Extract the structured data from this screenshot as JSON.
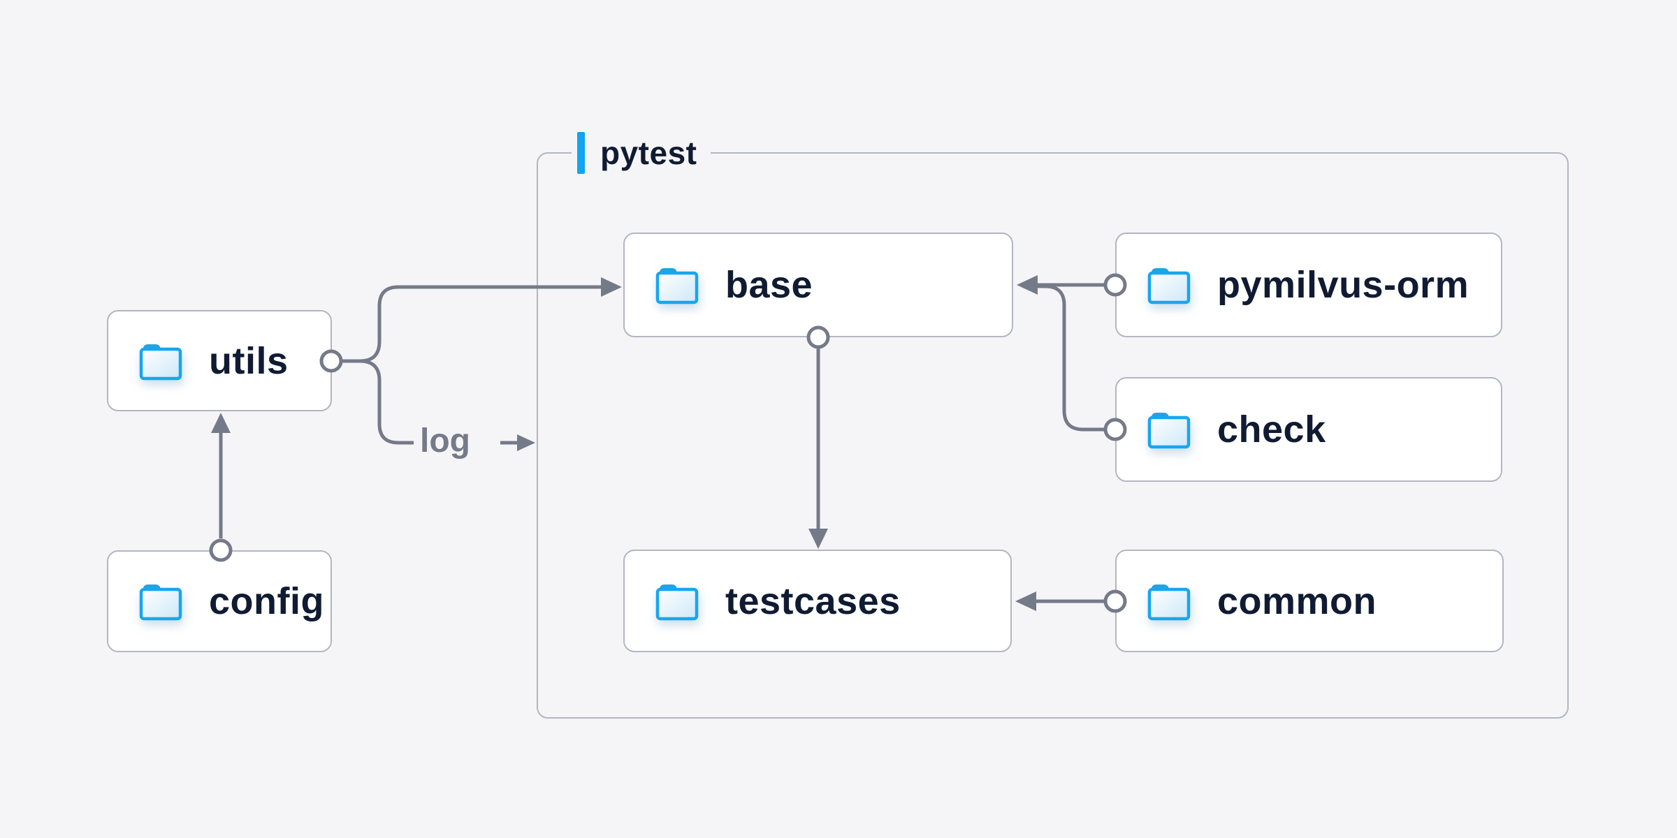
{
  "diagram_title": "pytest",
  "group": {
    "label": "pytest"
  },
  "nodes": {
    "utils": {
      "label": "utils",
      "icon": "folder-icon"
    },
    "config": {
      "label": "config",
      "icon": "folder-icon"
    },
    "base": {
      "label": "base",
      "icon": "folder-icon"
    },
    "pymilvus_orm": {
      "label": "pymilvus-orm",
      "icon": "folder-icon"
    },
    "check": {
      "label": "check",
      "icon": "folder-icon"
    },
    "testcases": {
      "label": "testcases",
      "icon": "folder-icon"
    },
    "common": {
      "label": "common",
      "icon": "folder-icon"
    }
  },
  "edges": [
    {
      "from": "config",
      "to": "utils"
    },
    {
      "from": "utils",
      "to": "base"
    },
    {
      "from": "utils",
      "to": "pytest",
      "label": "log"
    },
    {
      "from": "pymilvus-orm",
      "to": "base"
    },
    {
      "from": "check",
      "to": "base"
    },
    {
      "from": "base",
      "to": "testcases"
    },
    {
      "from": "common",
      "to": "testcases"
    }
  ],
  "colors": {
    "background": "#f5f5f7",
    "node_fill": "#ffffff",
    "node_border": "#b3b6c2",
    "connector_gray": "#757a89",
    "text_dark": "#101b33",
    "accent_blue": "#12a3f1",
    "folder_blue": "#17a6ef"
  }
}
